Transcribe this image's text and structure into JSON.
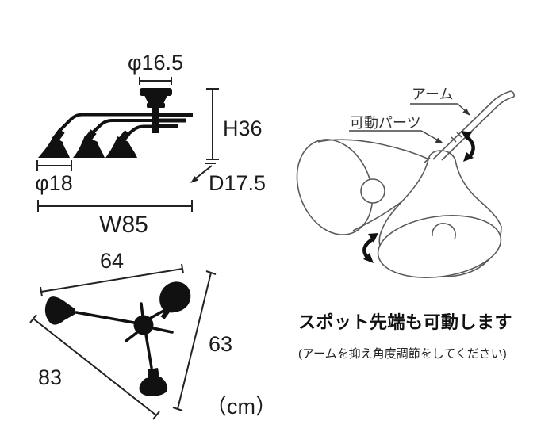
{
  "diagram": {
    "side_view": {
      "canopy_diameter": "φ16.5",
      "height": "H36",
      "shade_diameter": "φ18",
      "depth": "D17.5",
      "width": "W85"
    },
    "top_view": {
      "dim_top": "64",
      "dim_right": "63",
      "dim_left": "83",
      "unit": "（cm）"
    },
    "detail_view": {
      "arm_label": "アーム",
      "movable_part_label": "可動パーツ"
    },
    "note": {
      "headline": "スポット先端も可動します",
      "subnote": "(アームを抑え角度調節をしてください)"
    }
  }
}
